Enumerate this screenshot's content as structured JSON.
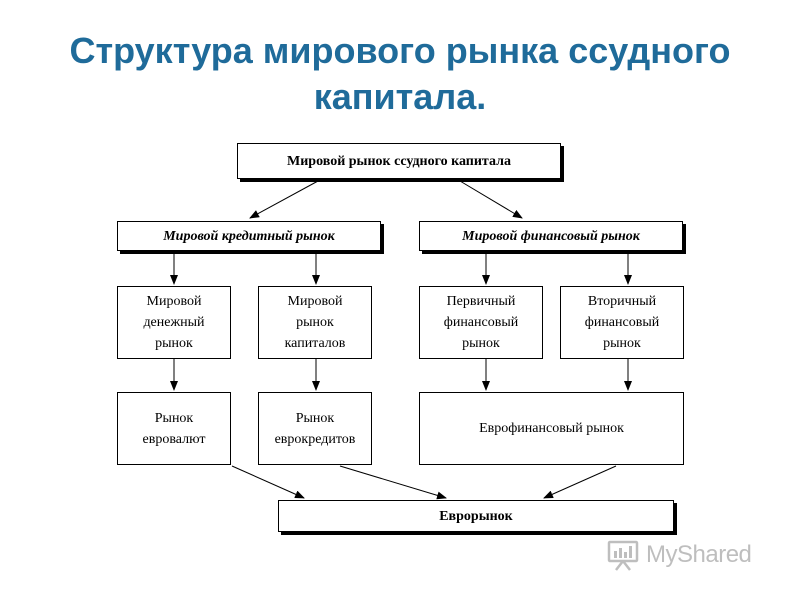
{
  "slide": {
    "title_lines": [
      "Структура мирового рынка ссудного",
      "капитала."
    ]
  },
  "diagram": {
    "root": "Мировой рынок ссудного капитала",
    "credit_market": "Мировой кредитный рынок",
    "financial_market": "Мировой финансовый рынок",
    "money_market": [
      "Мировой",
      "денежный",
      "рынок"
    ],
    "capital_market": [
      "Мировой",
      "рынок",
      "капиталов"
    ],
    "primary_market": [
      "Первичный",
      "финансовый",
      "рынок"
    ],
    "secondary_market": [
      "Вторичный",
      "финансовый",
      "рынок"
    ],
    "eurocurrency_market": [
      "Рынок",
      "евровалют"
    ],
    "eurocredit_market": [
      "Рынок",
      "еврокредитов"
    ],
    "eurofinancial_market": "Еврофинансовый рынок",
    "euromarket": "Еврорынок"
  },
  "watermark": {
    "text": "MyShared",
    "icon": "presentation-board-icon"
  }
}
